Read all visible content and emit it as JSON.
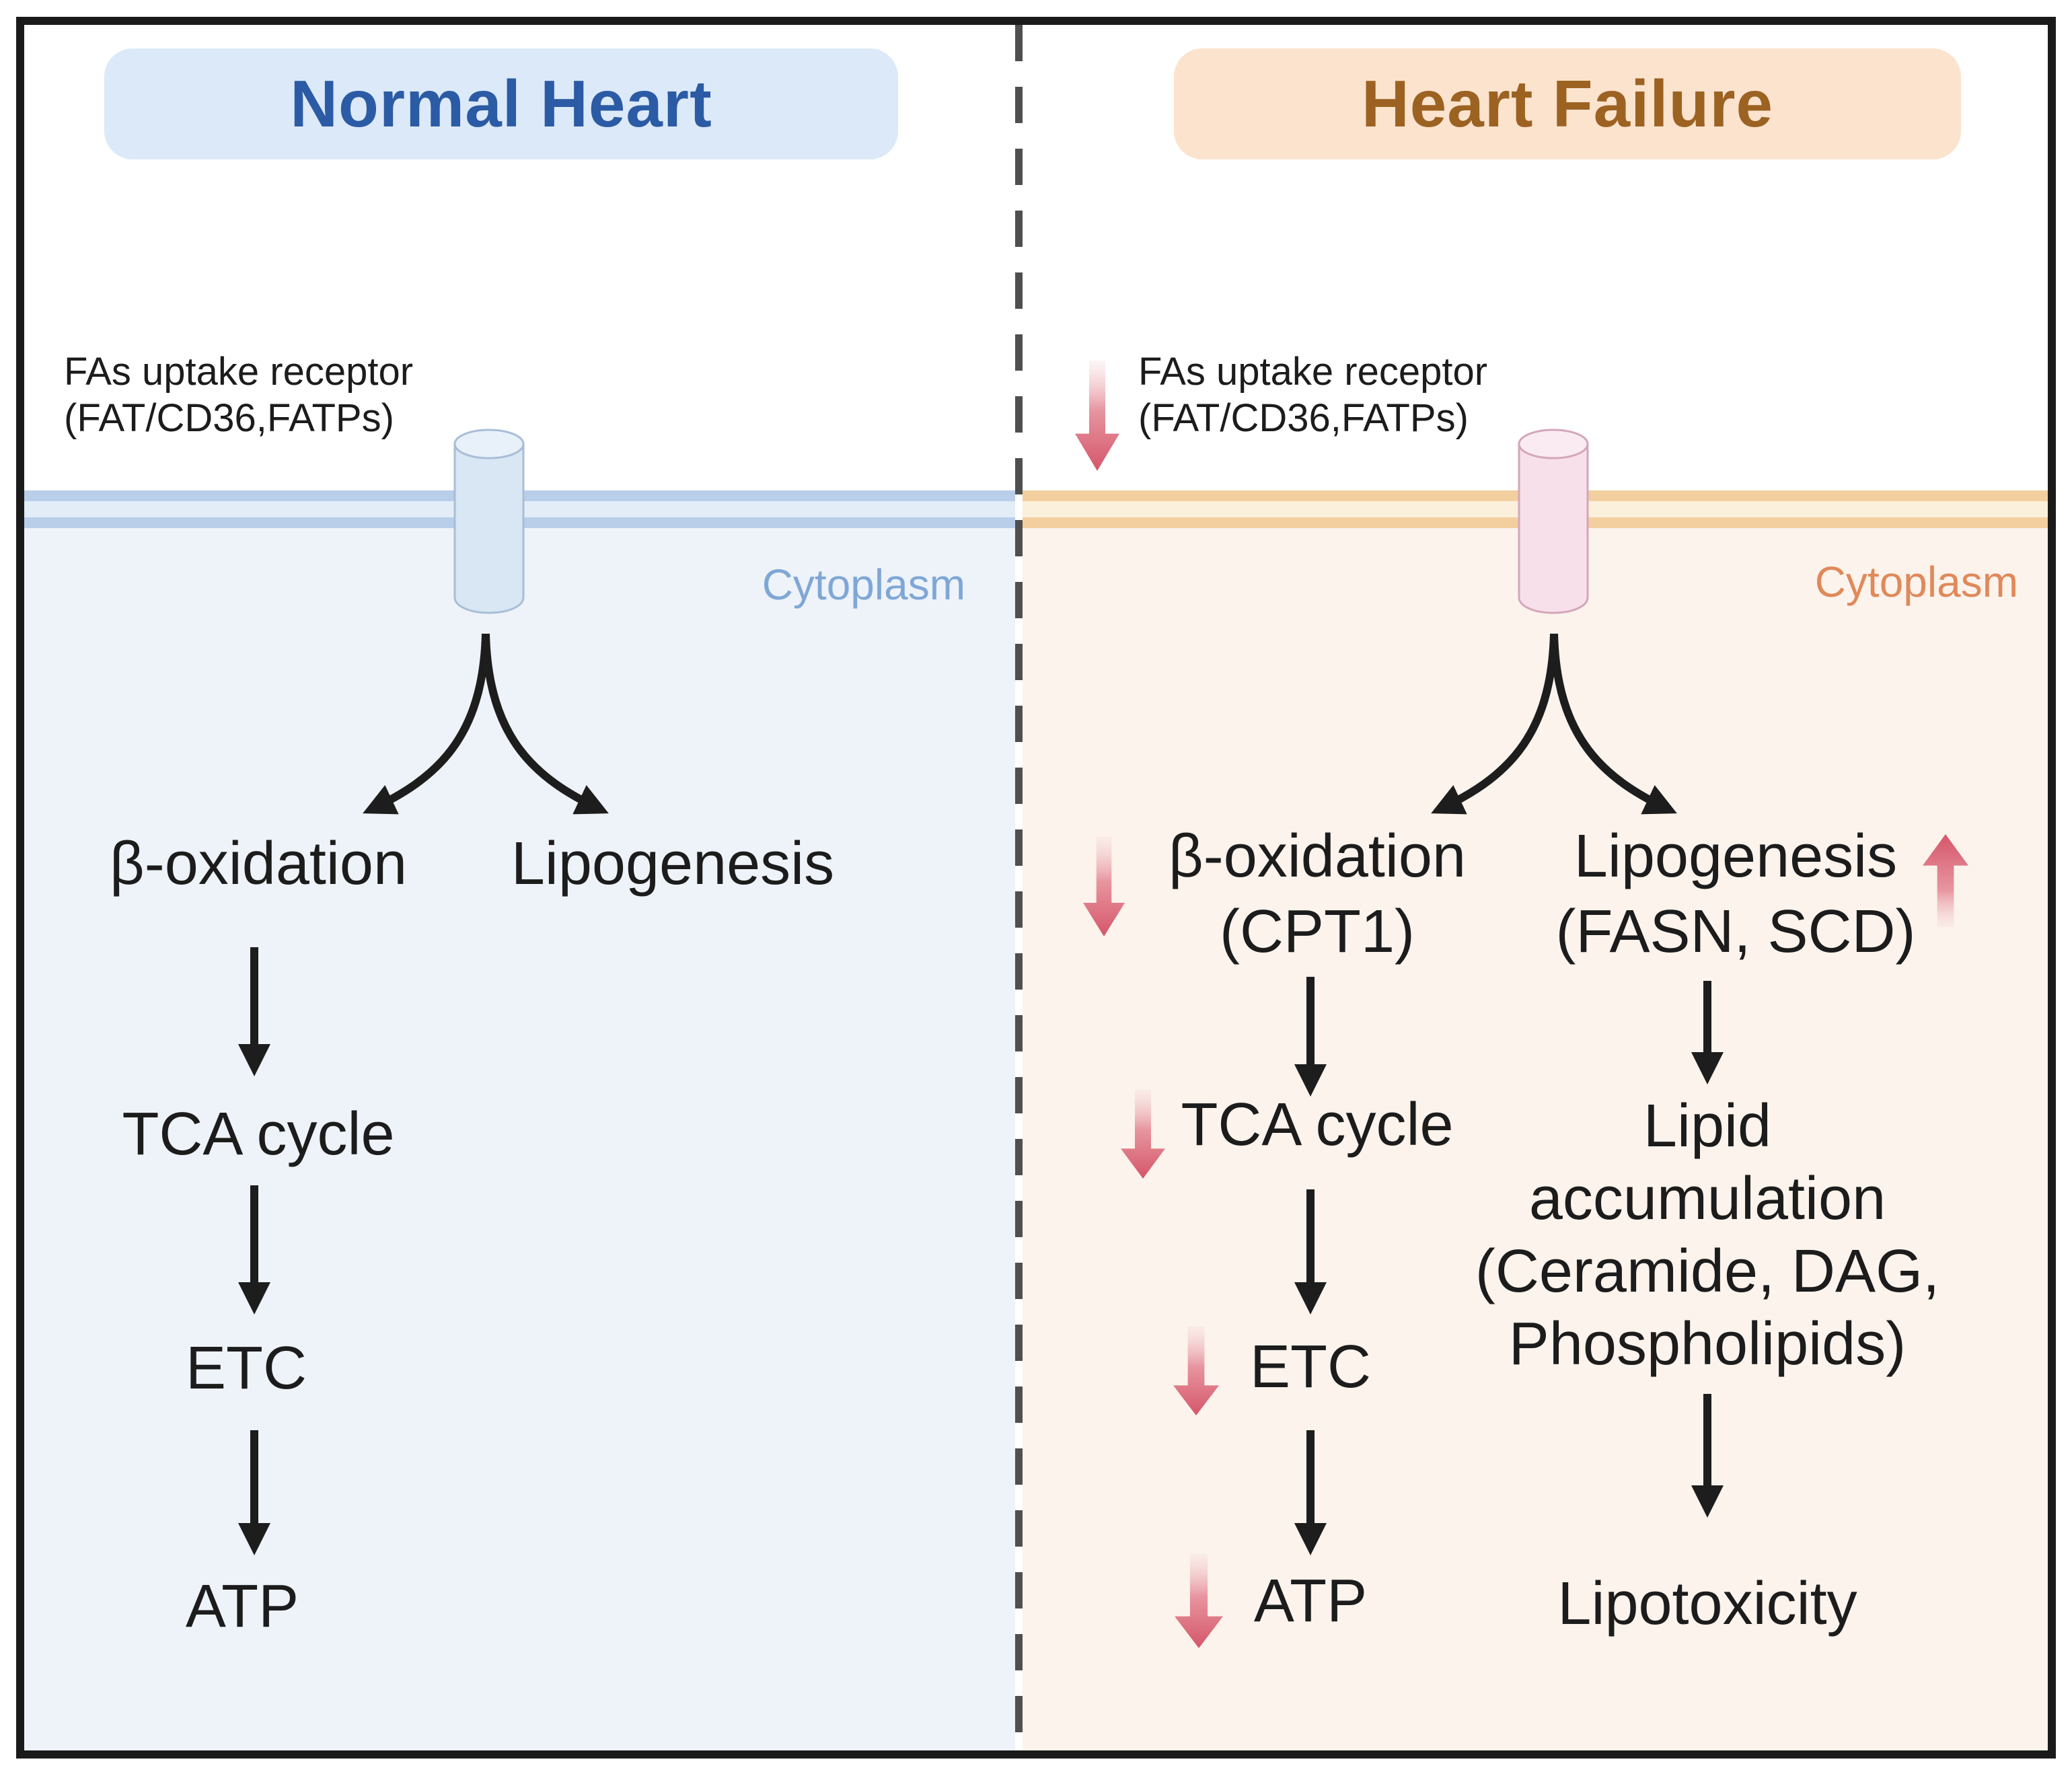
{
  "figure": {
    "normal": {
      "title": "Normal Heart",
      "receptor_label_line1": "FAs uptake receptor",
      "receptor_label_line2": "(FAT/CD36,FATPs)",
      "cytoplasm_label": "Cytoplasm",
      "beta_oxidation": "β-oxidation",
      "lipogenesis": "Lipogenesis",
      "tca_cycle": "TCA cycle",
      "etc": "ETC",
      "atp": "ATP"
    },
    "heart_failure": {
      "title": "Heart Failure",
      "receptor_label_line1": "FAs uptake receptor",
      "receptor_label_line2": "(FAT/CD36,FATPs)",
      "receptor_change": "decrease",
      "cytoplasm_label": "Cytoplasm",
      "beta_oxidation_line1": "β-oxidation",
      "beta_oxidation_line2": "(CPT1)",
      "beta_oxidation_change": "decrease",
      "lipogenesis_line1": "Lipogenesis",
      "lipogenesis_line2": "(FASN, SCD)",
      "lipogenesis_change": "increase",
      "tca_cycle": "TCA cycle",
      "tca_change": "decrease",
      "etc": "ETC",
      "etc_change": "decrease",
      "atp": "ATP",
      "atp_change": "decrease",
      "lipid_accumulation_line1": "Lipid",
      "lipid_accumulation_line2": "accumulation",
      "lipid_accumulation_line3": "(Ceramide, DAG,",
      "lipid_accumulation_line4": "Phospholipids)",
      "lipotoxicity": "Lipotoxicity"
    },
    "colors": {
      "normal_title_text": "#2B5BA4",
      "normal_title_bg": "#DCE9F8",
      "failure_title_text": "#9C6222",
      "failure_title_bg": "#FBE3CE",
      "normal_cytoplasm_label": "#7FA7D6",
      "failure_cytoplasm_label": "#E0895A",
      "normal_membrane_band": "#B9CEE9",
      "failure_membrane_band": "#F3CFA0",
      "normal_cytoplasm_bg": "#EEF3F9",
      "failure_cytoplasm_bg": "#FBF3EC",
      "normal_receptor_fill": "#D9E6F4",
      "failure_receptor_fill": "#F7E0EA",
      "change_arrow_red": "#D85F6E",
      "diagram_text": "#1C1C1C"
    }
  }
}
